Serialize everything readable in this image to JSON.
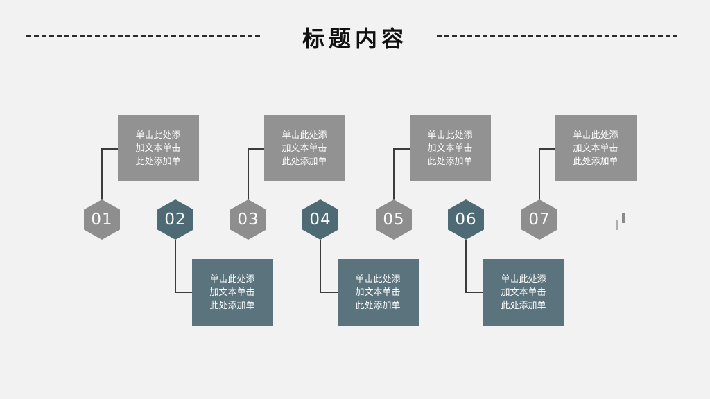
{
  "slide": {
    "title": "标题内容",
    "background": "#f2f2f2"
  },
  "colors": {
    "hex_gray": "#8e8e8e",
    "hex_dark": "#4d6a75",
    "box_gray": "#929292",
    "box_dark": "#5b737d",
    "connector": "#3c3c3c",
    "dash_line": "#2b2b2b",
    "title_text": "#111111",
    "shape_text": "#fbfbfb",
    "bar_light": "#aeaeae",
    "bar_dark": "#8a8a8a"
  },
  "items": [
    {
      "number": "01",
      "text": "单击此处添加文本单击此处添加单",
      "box_position": "above",
      "color": "gray"
    },
    {
      "number": "02",
      "text": "单击此处添加文本单击此处添加单",
      "box_position": "below",
      "color": "dark"
    },
    {
      "number": "03",
      "text": "单击此处添加文本单击此处添加单",
      "box_position": "above",
      "color": "gray"
    },
    {
      "number": "04",
      "text": "单击此处添加文本单击此处添加单",
      "box_position": "below",
      "color": "dark"
    },
    {
      "number": "05",
      "text": "单击此处添加文本单击此处添加单",
      "box_position": "above",
      "color": "gray"
    },
    {
      "number": "06",
      "text": "单击此处添加文本单击此处添加单",
      "box_position": "below",
      "color": "dark"
    },
    {
      "number": "07",
      "text": "单击此处添加文本单击此处添加单",
      "box_position": "above",
      "color": "gray"
    }
  ],
  "decor": {
    "bars_icon": "two-small-vertical-bars"
  }
}
